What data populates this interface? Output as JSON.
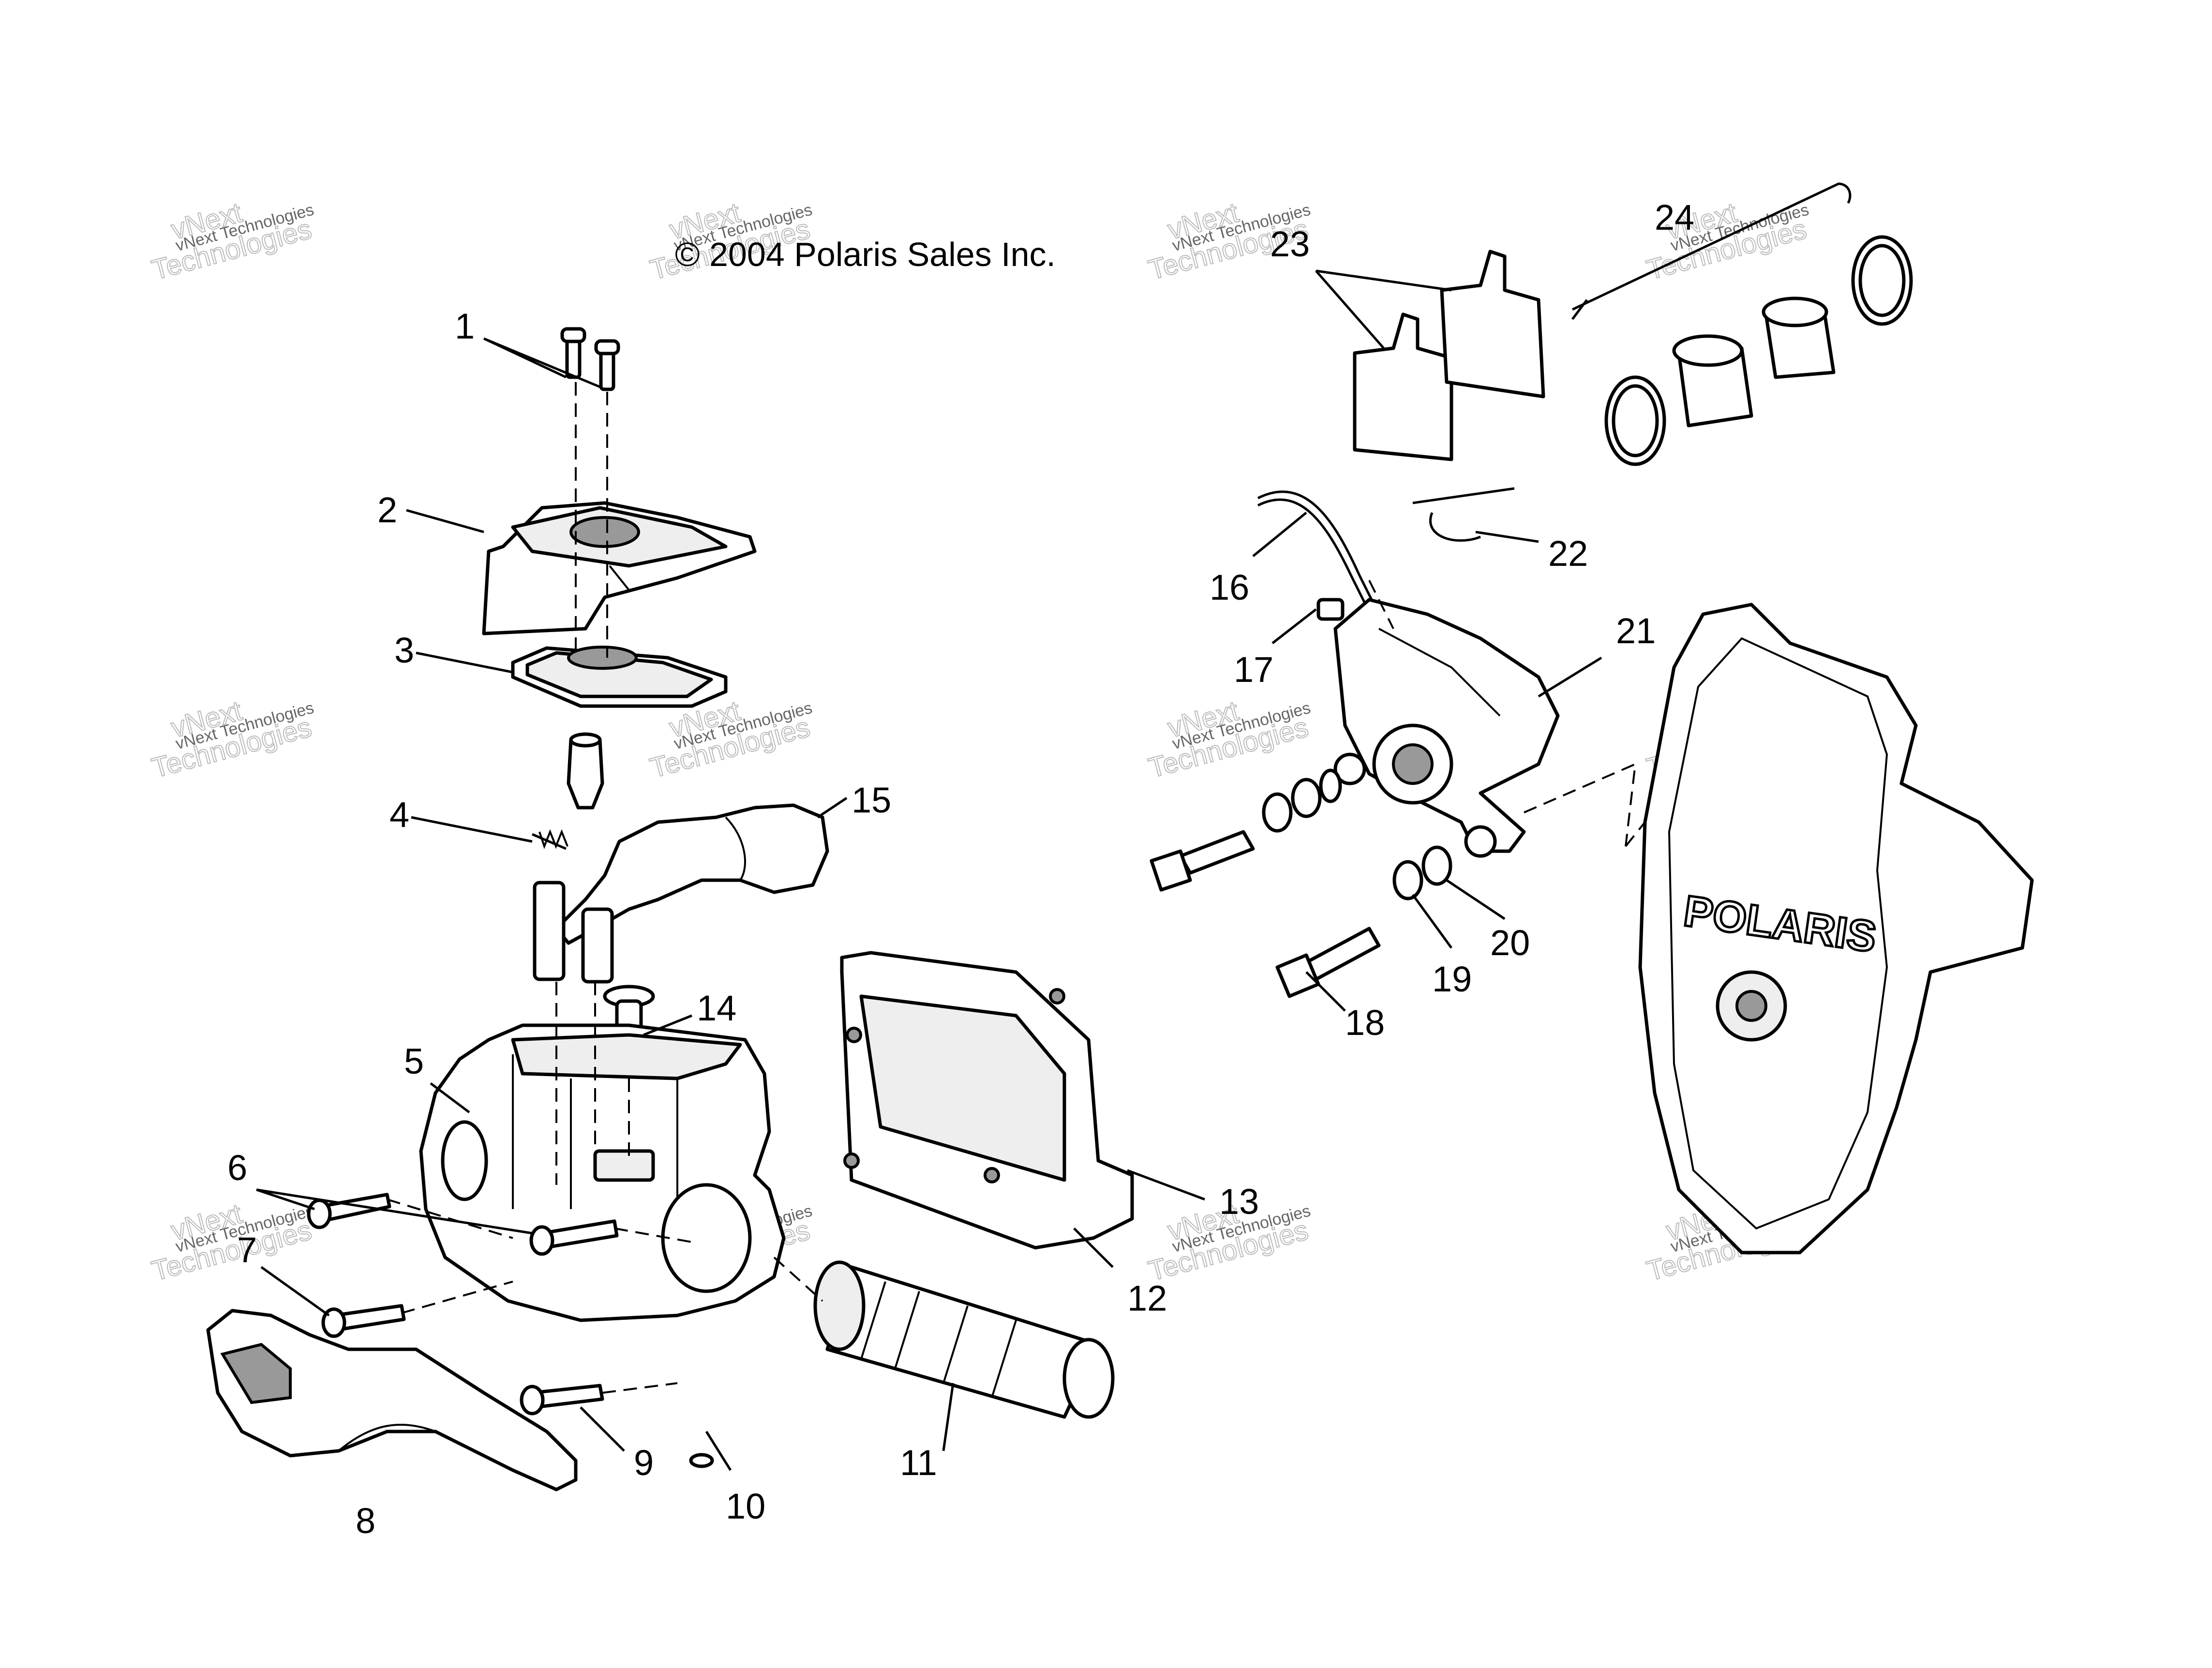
{
  "copyright": "© 2004 Polaris Sales Inc.",
  "watermark": {
    "line1": "vNext Technologies",
    "line2": "vNext",
    "line3": "Technologies"
  },
  "cover_logo": "POLARIS",
  "callouts": [
    "1",
    "2",
    "3",
    "4",
    "5",
    "6",
    "7",
    "8",
    "9",
    "10",
    "11",
    "12",
    "13",
    "14",
    "15",
    "16",
    "17",
    "18",
    "19",
    "20",
    "21",
    "22",
    "23",
    "24"
  ]
}
